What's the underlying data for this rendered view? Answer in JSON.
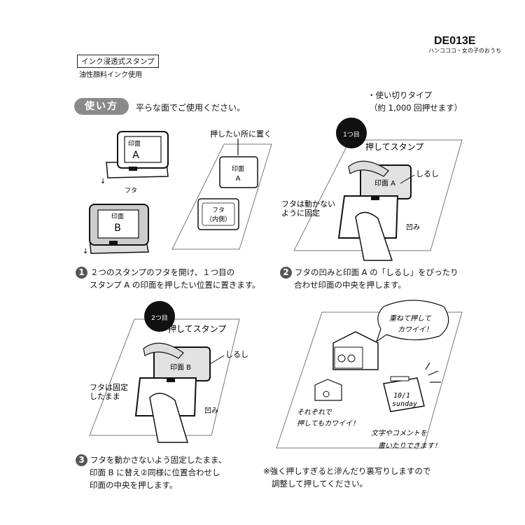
{
  "header": {
    "product_code": "DE013E",
    "brand": "ハンコココ・女の子のおうち",
    "ink_type": "インク浸透式スタンプ",
    "ink_note": "油性顔料インク使用"
  },
  "usage": {
    "pill": "使い方",
    "instruction": "平らな面でご使用ください。",
    "type_line": "・使い切りタイプ",
    "count_line": "（約 1,000 回押せます）"
  },
  "illustrations": {
    "face_a": "印面",
    "face_a_letter": "A",
    "face_b": "印面",
    "face_b_letter": "B",
    "lid": "フタ",
    "place_label": "押したい所に置く",
    "face_a_paper": "印面",
    "face_a_paper_letter": "A",
    "lid_inner_1": "フタ",
    "lid_inner_2": "（内側）",
    "badge_1": "1つ目",
    "press_1": "押してスタンプ",
    "face_a_2": "印面 A",
    "mark_1": "しるし",
    "fixed_1a": "フタは動かない",
    "fixed_1b": "ように固定",
    "notch_1": "凹み",
    "badge_2": "2つ目",
    "press_2": "押してスタンプ",
    "face_b_2": "印面 B",
    "mark_2": "しるし",
    "fixed_2a": "フタは固定",
    "fixed_2b": "したまま",
    "notch_2": "凹み",
    "bubble_1": "重ねて押して",
    "bubble_2": "カワイイ！",
    "calendar_1": "10/1",
    "calendar_2": "sunday",
    "each_1": "それぞれで",
    "each_2": "押してもカワイイ！",
    "write_1": "文字やコメントを",
    "write_2": "書いたりできます！"
  },
  "steps": [
    {
      "num": "1",
      "line1": "２つのスタンプのフタを開け、１つ目の",
      "line2": "スタンプ A の印面を押したい位置に置きます。"
    },
    {
      "num": "2",
      "line1": "フタの凹みと印面 A の「しるし」をぴったり",
      "line2": "合わせ印面の中央を押します。"
    },
    {
      "num": "3",
      "line1": "フタを動かさないよう固定したまま、",
      "line2": "印面 B に替え②同様に位置合わせし",
      "line3": "印面の中央を押します。"
    }
  ],
  "note": {
    "line1": "※強く押しすぎると滲んだり裏写りしますので",
    "line2": "調整して押してください。"
  }
}
